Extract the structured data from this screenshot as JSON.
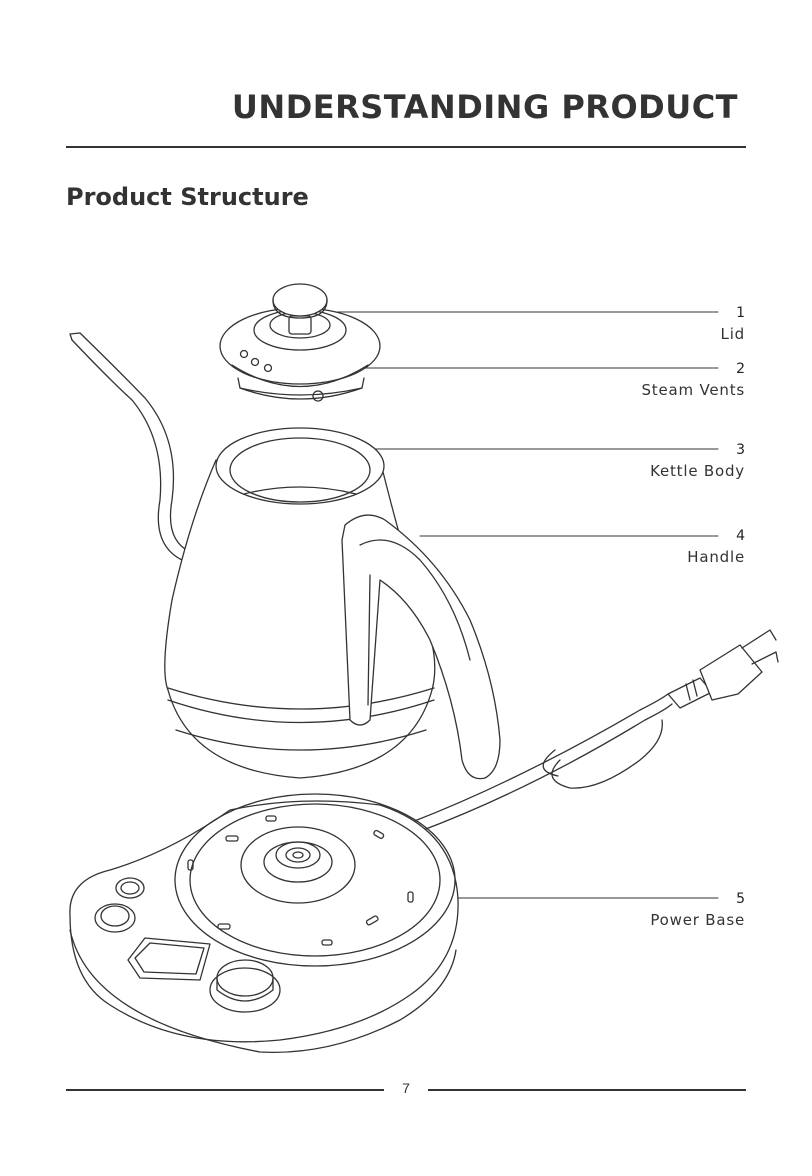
{
  "header": {
    "title": "UNDERSTANDING PRODUCT"
  },
  "section": {
    "heading": "Product Structure"
  },
  "parts": [
    {
      "number": "1",
      "label": "Lid"
    },
    {
      "number": "2",
      "label": "Steam Vents"
    },
    {
      "number": "3",
      "label": "Kettle Body"
    },
    {
      "number": "4",
      "label": "Handle"
    },
    {
      "number": "5",
      "label": "Power Base"
    }
  ],
  "footer": {
    "page_number": "7"
  }
}
